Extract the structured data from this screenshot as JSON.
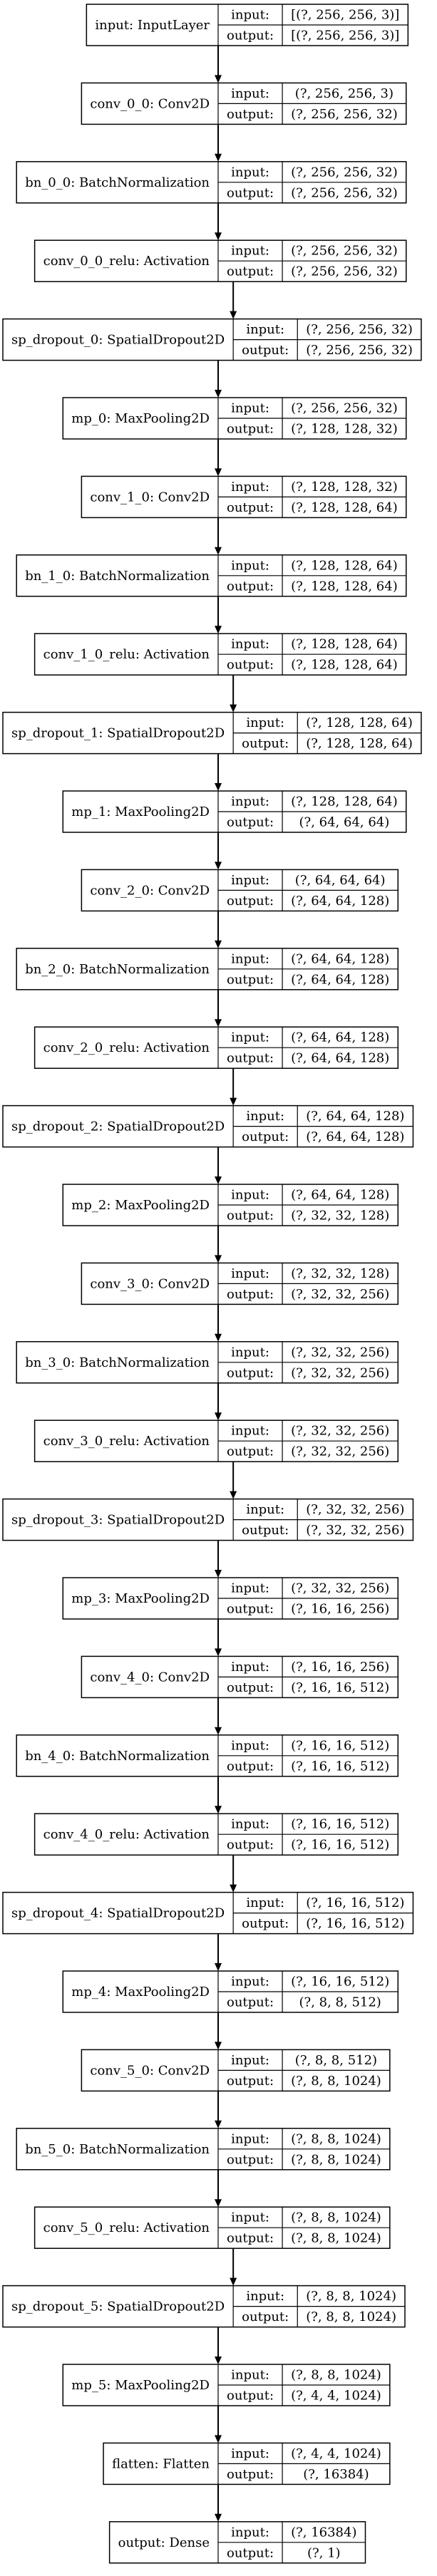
{
  "layers": [
    {
      "label": "input: InputLayer",
      "input_label": "input:",
      "output_label": "output:",
      "input": "[(?, 256, 256, 3)]",
      "output": "[(?, 256, 256, 3)]"
    },
    {
      "label": "conv_0_0: Conv2D",
      "input_label": "input:",
      "output_label": "output:",
      "input": "(?, 256, 256, 3)",
      "output": "(?, 256, 256, 32)"
    },
    {
      "label": "bn_0_0: BatchNormalization",
      "input_label": "input:",
      "output_label": "output:",
      "input": "(?, 256, 256, 32)",
      "output": "(?, 256, 256, 32)"
    },
    {
      "label": "conv_0_0_relu: Activation",
      "input_label": "input:",
      "output_label": "output:",
      "input": "(?, 256, 256, 32)",
      "output": "(?, 256, 256, 32)"
    },
    {
      "label": "sp_dropout_0: SpatialDropout2D",
      "input_label": "input:",
      "output_label": "output:",
      "input": "(?, 256, 256, 32)",
      "output": "(?, 256, 256, 32)"
    },
    {
      "label": "mp_0: MaxPooling2D",
      "input_label": "input:",
      "output_label": "output:",
      "input": "(?, 256, 256, 32)",
      "output": "(?, 128, 128, 32)"
    },
    {
      "label": "conv_1_0: Conv2D",
      "input_label": "input:",
      "output_label": "output:",
      "input": "(?, 128, 128, 32)",
      "output": "(?, 128, 128, 64)"
    },
    {
      "label": "bn_1_0: BatchNormalization",
      "input_label": "input:",
      "output_label": "output:",
      "input": "(?, 128, 128, 64)",
      "output": "(?, 128, 128, 64)"
    },
    {
      "label": "conv_1_0_relu: Activation",
      "input_label": "input:",
      "output_label": "output:",
      "input": "(?, 128, 128, 64)",
      "output": "(?, 128, 128, 64)"
    },
    {
      "label": "sp_dropout_1: SpatialDropout2D",
      "input_label": "input:",
      "output_label": "output:",
      "input": "(?, 128, 128, 64)",
      "output": "(?, 128, 128, 64)"
    },
    {
      "label": "mp_1: MaxPooling2D",
      "input_label": "input:",
      "output_label": "output:",
      "input": "(?, 128, 128, 64)",
      "output": "(?, 64, 64, 64)"
    },
    {
      "label": "conv_2_0: Conv2D",
      "input_label": "input:",
      "output_label": "output:",
      "input": "(?, 64, 64, 64)",
      "output": "(?, 64, 64, 128)"
    },
    {
      "label": "bn_2_0: BatchNormalization",
      "input_label": "input:",
      "output_label": "output:",
      "input": "(?, 64, 64, 128)",
      "output": "(?, 64, 64, 128)"
    },
    {
      "label": "conv_2_0_relu: Activation",
      "input_label": "input:",
      "output_label": "output:",
      "input": "(?, 64, 64, 128)",
      "output": "(?, 64, 64, 128)"
    },
    {
      "label": "sp_dropout_2: SpatialDropout2D",
      "input_label": "input:",
      "output_label": "output:",
      "input": "(?, 64, 64, 128)",
      "output": "(?, 64, 64, 128)"
    },
    {
      "label": "mp_2: MaxPooling2D",
      "input_label": "input:",
      "output_label": "output:",
      "input": "(?, 64, 64, 128)",
      "output": "(?, 32, 32, 128)"
    },
    {
      "label": "conv_3_0: Conv2D",
      "input_label": "input:",
      "output_label": "output:",
      "input": "(?, 32, 32, 128)",
      "output": "(?, 32, 32, 256)"
    },
    {
      "label": "bn_3_0: BatchNormalization",
      "input_label": "input:",
      "output_label": "output:",
      "input": "(?, 32, 32, 256)",
      "output": "(?, 32, 32, 256)"
    },
    {
      "label": "conv_3_0_relu: Activation",
      "input_label": "input:",
      "output_label": "output:",
      "input": "(?, 32, 32, 256)",
      "output": "(?, 32, 32, 256)"
    },
    {
      "label": "sp_dropout_3: SpatialDropout2D",
      "input_label": "input:",
      "output_label": "output:",
      "input": "(?, 32, 32, 256)",
      "output": "(?, 32, 32, 256)"
    },
    {
      "label": "mp_3: MaxPooling2D",
      "input_label": "input:",
      "output_label": "output:",
      "input": "(?, 32, 32, 256)",
      "output": "(?, 16, 16, 256)"
    },
    {
      "label": "conv_4_0: Conv2D",
      "input_label": "input:",
      "output_label": "output:",
      "input": "(?, 16, 16, 256)",
      "output": "(?, 16, 16, 512)"
    },
    {
      "label": "bn_4_0: BatchNormalization",
      "input_label": "input:",
      "output_label": "output:",
      "input": "(?, 16, 16, 512)",
      "output": "(?, 16, 16, 512)"
    },
    {
      "label": "conv_4_0_relu: Activation",
      "input_label": "input:",
      "output_label": "output:",
      "input": "(?, 16, 16, 512)",
      "output": "(?, 16, 16, 512)"
    },
    {
      "label": "sp_dropout_4: SpatialDropout2D",
      "input_label": "input:",
      "output_label": "output:",
      "input": "(?, 16, 16, 512)",
      "output": "(?, 16, 16, 512)"
    },
    {
      "label": "mp_4: MaxPooling2D",
      "input_label": "input:",
      "output_label": "output:",
      "input": "(?, 16, 16, 512)",
      "output": "(?, 8, 8, 512)"
    },
    {
      "label": "conv_5_0: Conv2D",
      "input_label": "input:",
      "output_label": "output:",
      "input": "(?, 8, 8, 512)",
      "output": "(?, 8, 8, 1024)"
    },
    {
      "label": "bn_5_0: BatchNormalization",
      "input_label": "input:",
      "output_label": "output:",
      "input": "(?, 8, 8, 1024)",
      "output": "(?, 8, 8, 1024)"
    },
    {
      "label": "conv_5_0_relu: Activation",
      "input_label": "input:",
      "output_label": "output:",
      "input": "(?, 8, 8, 1024)",
      "output": "(?, 8, 8, 1024)"
    },
    {
      "label": "sp_dropout_5: SpatialDropout2D",
      "input_label": "input:",
      "output_label": "output:",
      "input": "(?, 8, 8, 1024)",
      "output": "(?, 8, 8, 1024)"
    },
    {
      "label": "mp_5: MaxPooling2D",
      "input_label": "input:",
      "output_label": "output:",
      "input": "(?, 8, 8, 1024)",
      "output": "(?, 4, 4, 1024)"
    },
    {
      "label": "flatten: Flatten",
      "input_label": "input:",
      "output_label": "output:",
      "input": "(?, 4, 4, 1024)",
      "output": "(?, 16384)"
    },
    {
      "label": "output: Dense",
      "input_label": "input:",
      "output_label": "output:",
      "input": "(?, 16384)",
      "output": "(?, 1)"
    }
  ]
}
